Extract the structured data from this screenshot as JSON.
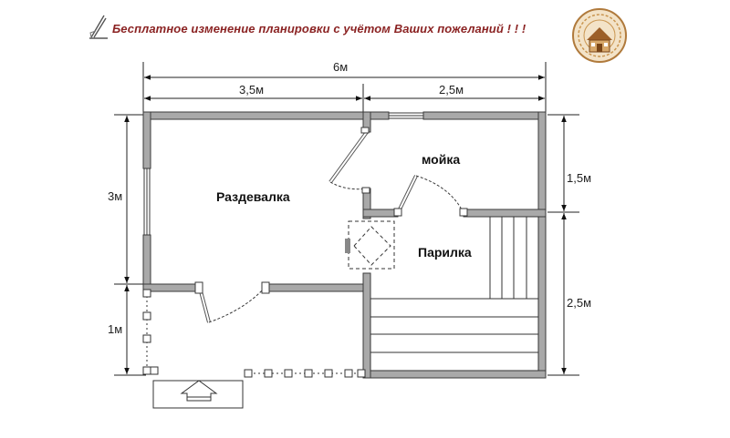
{
  "header": {
    "slogan": "Бесплатное изменение планировки с учётом Ваших пожеланий ! ! !"
  },
  "icons": {
    "pen": "pen-icon",
    "logo": "house-logo-icon"
  },
  "dimensions": {
    "total_width": "6м",
    "left_width": "3,5м",
    "right_width": "2,5м",
    "left_height_main": "3м",
    "left_height_porch": "1м",
    "right_height_top": "1,5м",
    "right_height_bottom": "2,5м"
  },
  "rooms": {
    "changing_room": "Раздевалка",
    "washroom": "мойка",
    "steam_room": "Парилка"
  },
  "colors": {
    "wall": "#a9a9a9",
    "wall_outline": "#3a3a3a",
    "header_text": "#8b2323",
    "logo": "#b07a3c"
  }
}
